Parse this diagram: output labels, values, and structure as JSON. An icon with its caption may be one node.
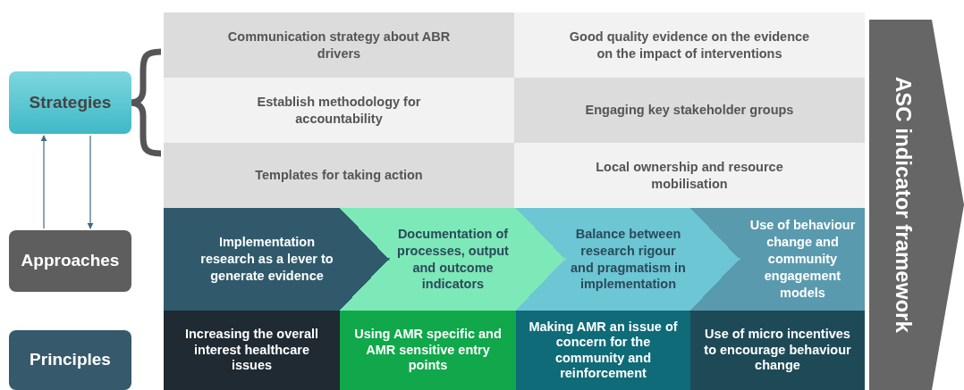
{
  "diagram": {
    "nodes": [
      {
        "text": [
          "Strategies"
        ]
      },
      {
        "text": [
          "Approaches"
        ]
      },
      {
        "text": [
          "Principles"
        ]
      },
      {
        "text": [
          "Communication strategy about ABR drivers"
        ]
      },
      {
        "text": [
          "Good quality evidence on the evidence on the impact of interventions"
        ]
      },
      {
        "text": [
          "Establish methodology for accountability"
        ]
      },
      {
        "text": [
          "Engaging key stakeholder groups"
        ]
      },
      {
        "text": [
          "Templates for taking action"
        ]
      },
      {
        "text": [
          "Local ownership and resource mobilisation"
        ]
      },
      {
        "text": [
          "Implementation research as a lever to generate evidence"
        ]
      },
      {
        "text": [
          "Documentation of processes, output and outcome indicators"
        ]
      },
      {
        "text": [
          "Balance between research rigour and pragmatism in implementation"
        ]
      },
      {
        "text": [
          "Use of behaviour change and community engagement models"
        ]
      },
      {
        "text": [
          "Increasing the overall interest healthcare issues"
        ]
      },
      {
        "text": [
          "Using AMR specific and AMR sensitive entry points"
        ]
      },
      {
        "text": [
          "Making AMR an issue of concern for the community and reinforcement"
        ]
      },
      {
        "text": [
          "Use of micro incentives to encourage behaviour change"
        ]
      },
      {
        "text": [
          "ASC indicator framework"
        ]
      }
    ],
    "edges": [
      {
        "from": 1,
        "to": 0,
        "arrow": "to"
      },
      {
        "from": 0,
        "to": 1,
        "arrow": "to"
      }
    ]
  }
}
